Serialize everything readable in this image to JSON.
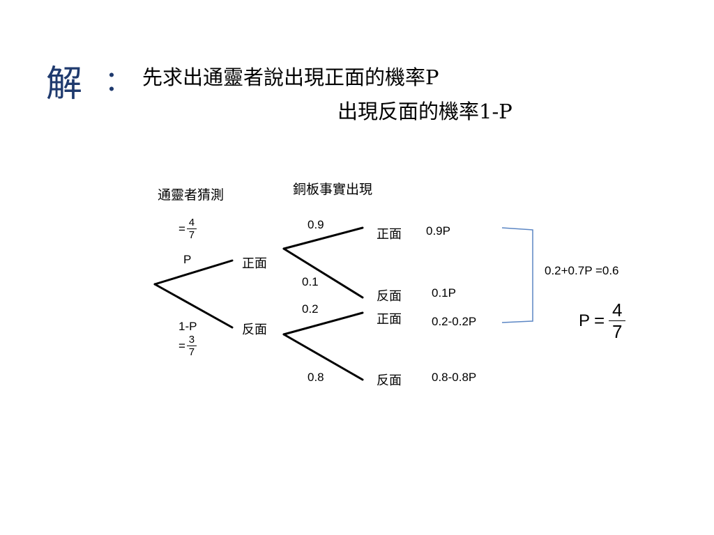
{
  "title": {
    "jie": "解",
    "colon": "：",
    "line1": "先求出通靈者說出現正面的機率P",
    "line2": "出現反面的機率1-P"
  },
  "headers": {
    "guess": "通靈者猜測",
    "coin": "銅板事實出現"
  },
  "first_level": {
    "top": {
      "prob": "P",
      "frac_eq": "=",
      "frac_num": "4",
      "frac_den": "7",
      "outcome": "正面"
    },
    "bottom": {
      "prob": "1-P",
      "frac_eq": "=",
      "frac_num": "3",
      "frac_den": "7",
      "outcome": "反面"
    }
  },
  "second_level": [
    {
      "prob": "0.9",
      "outcome": "正面",
      "joint": "0.9P"
    },
    {
      "prob": "0.1",
      "outcome": "反面",
      "joint": "0.1P"
    },
    {
      "prob": "0.2",
      "outcome": "正面",
      "joint": "0.2-0.2P"
    },
    {
      "prob": "0.8",
      "outcome": "反面",
      "joint": "0.8-0.8P"
    }
  ],
  "equation": "0.2+0.7P  =0.6",
  "result": {
    "lhs": "P",
    "eq": "=",
    "num": "4",
    "den": "7"
  },
  "colors": {
    "title": "#1f3a6e",
    "bracket": "#5b86c4",
    "lines": "#000000"
  }
}
